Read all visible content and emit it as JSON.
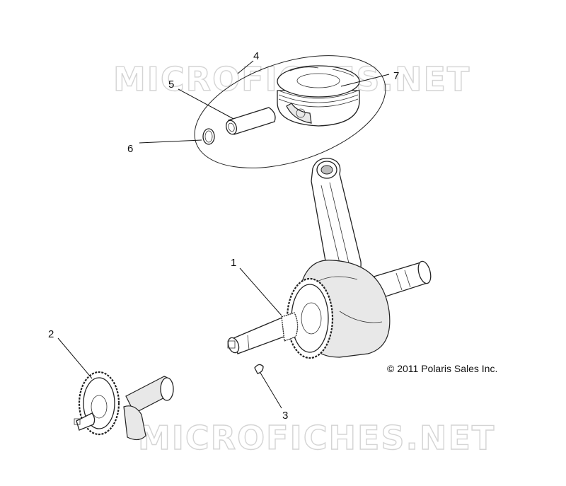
{
  "watermark": {
    "top": "MICROFICHES.NET",
    "bottom": "MICROFICHES.NET"
  },
  "copyright": "© 2011 Polaris Sales Inc.",
  "callouts": [
    "1",
    "2",
    "3",
    "4",
    "5",
    "6",
    "7"
  ]
}
